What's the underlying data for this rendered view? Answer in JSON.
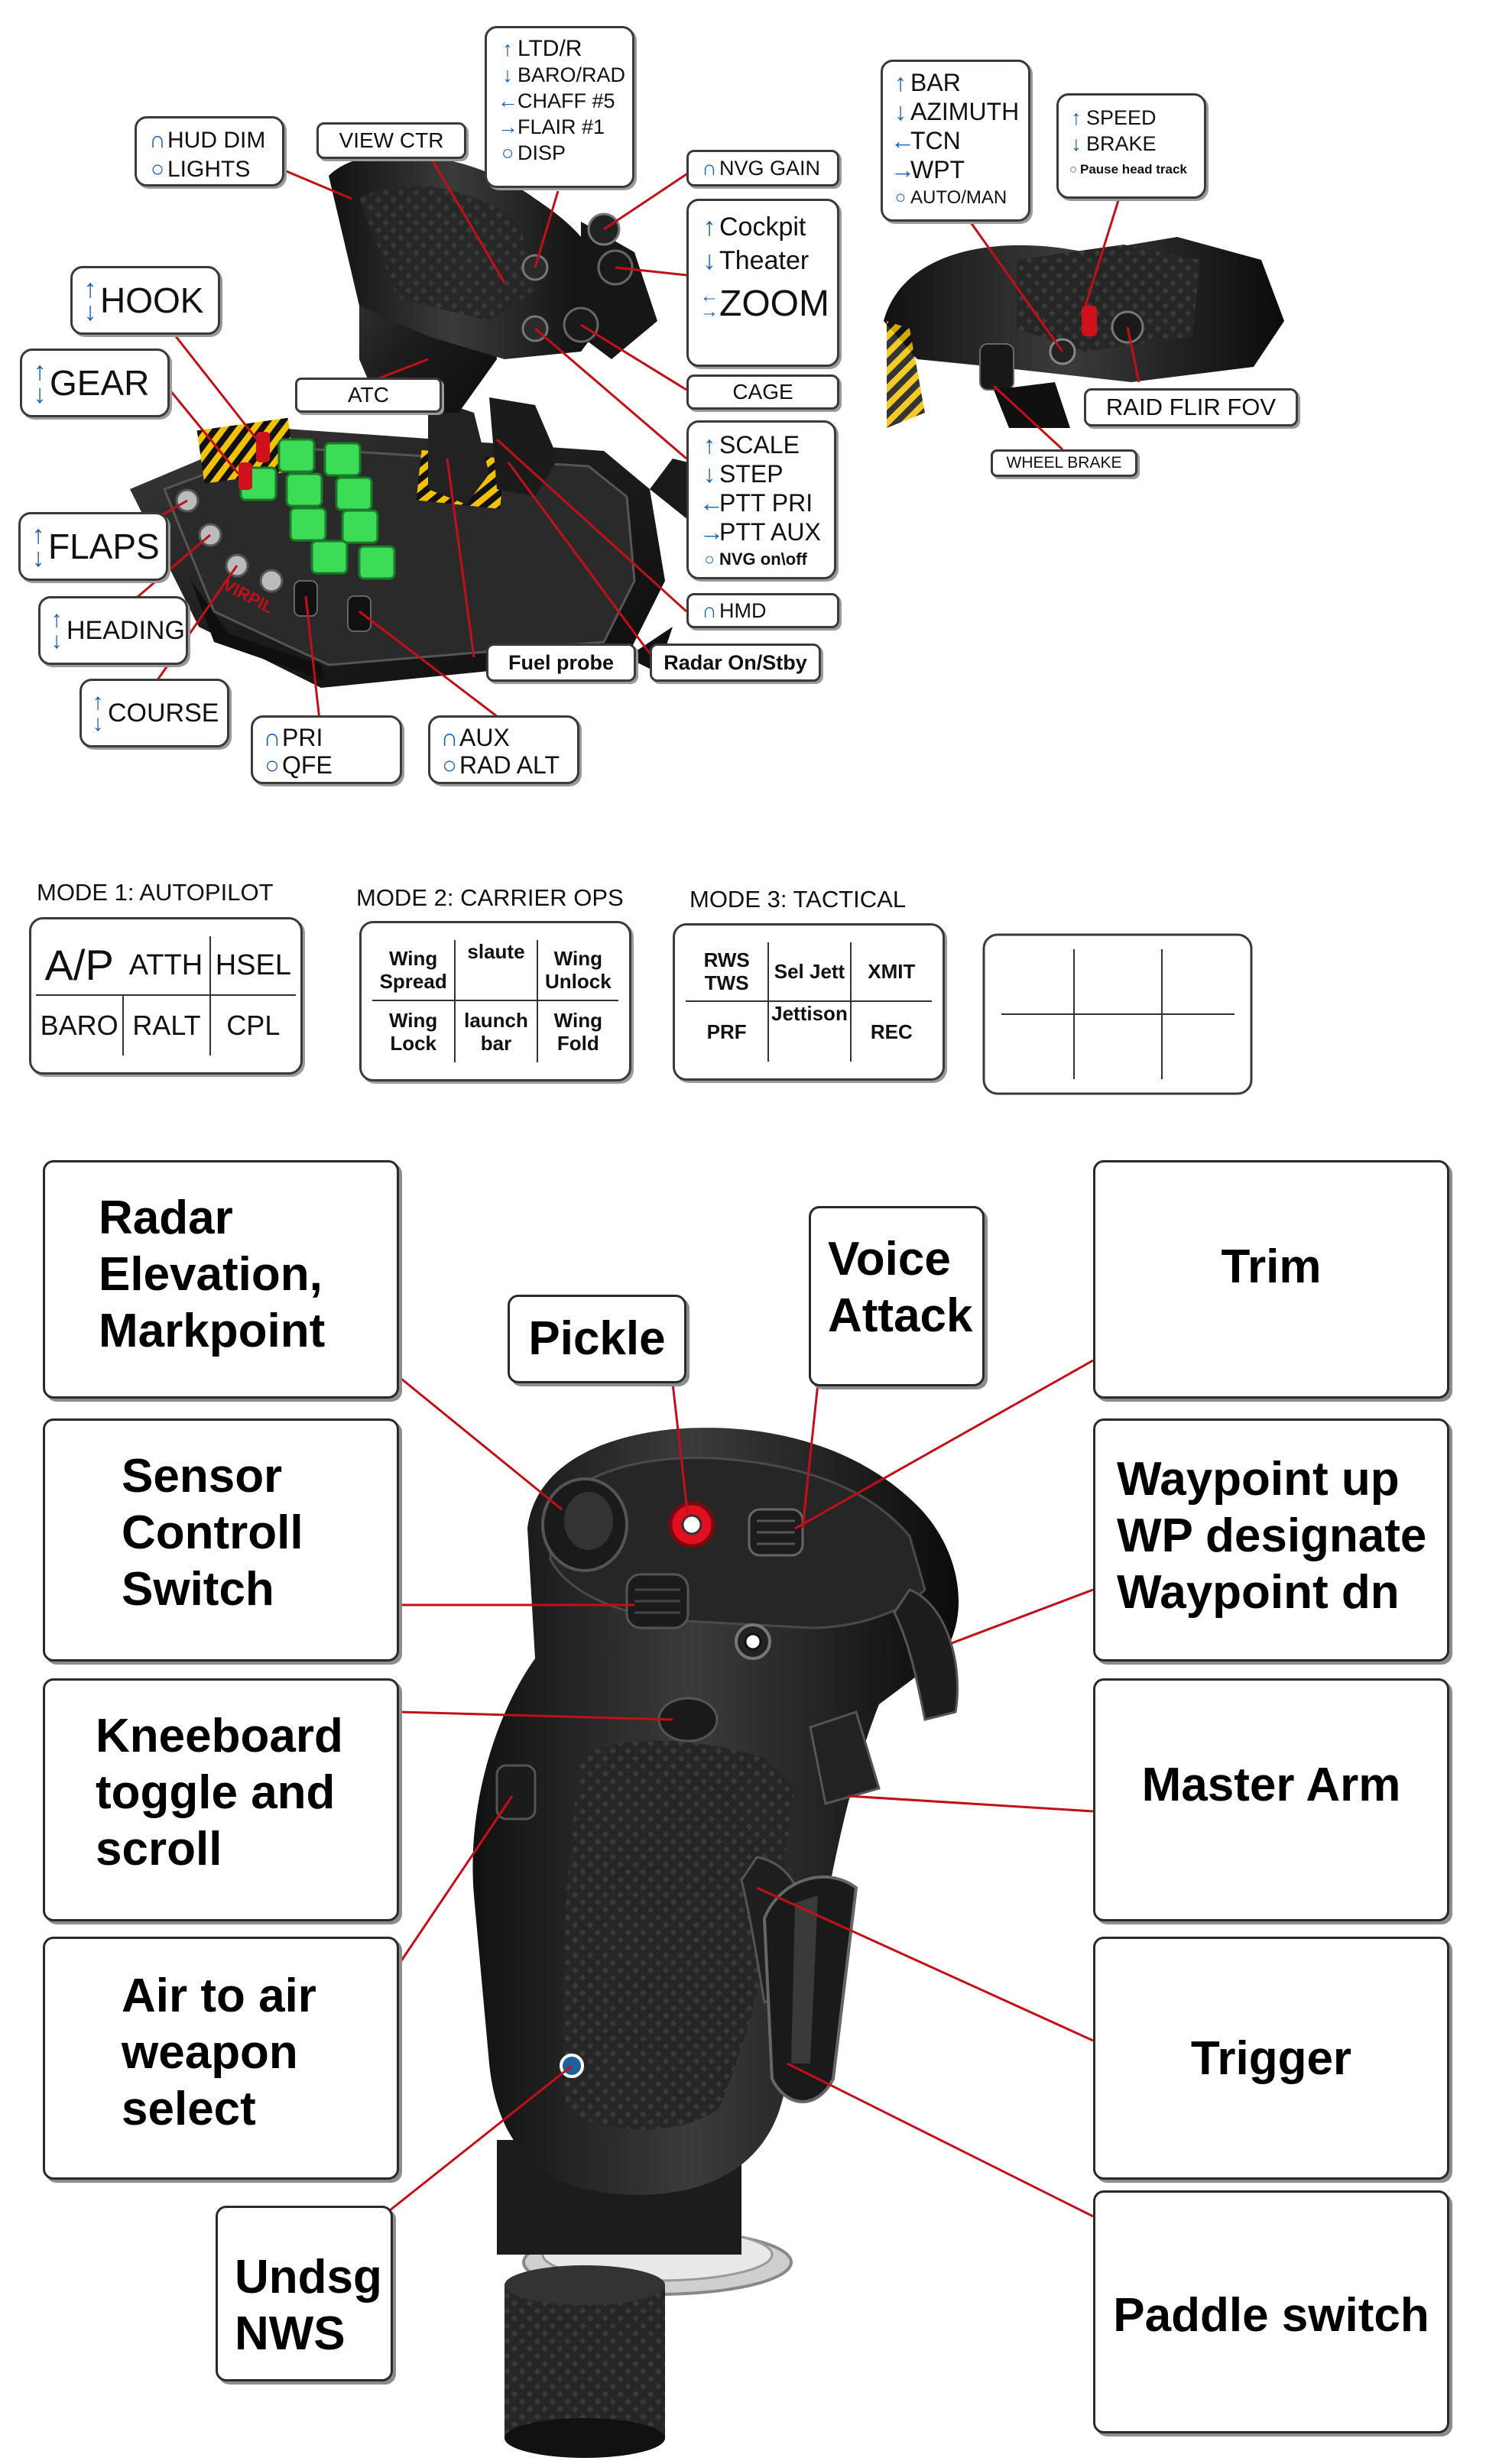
{
  "throttle_labels": {
    "hud_dim": {
      "label1": "HUD DIM",
      "label2": "LIGHTS"
    },
    "view_ctr": {
      "label": "VIEW CTR"
    },
    "ltd": {
      "l1": "LTD/R",
      "l2": "BARO/RAD",
      "l3": "CHAFF #5",
      "l4": "FLAIR  #1",
      "l5": "DISP"
    },
    "nvg_gain": {
      "label": "NVG GAIN"
    },
    "cockpit": {
      "l1": "Cockpit",
      "l2": "Theater",
      "l3": "ZOOM"
    },
    "hook": {
      "label": "HOOK"
    },
    "gear": {
      "label": "GEAR"
    },
    "atc": {
      "label": "ATC"
    },
    "cage": {
      "label": "CAGE"
    },
    "scale": {
      "l1": "SCALE",
      "l2": "STEP",
      "l3": "PTT PRI",
      "l4": "PTT AUX",
      "l5": "NVG on\\off"
    },
    "flaps": {
      "label": "FLAPS"
    },
    "hmd": {
      "label": "HMD"
    },
    "heading": {
      "label": "HEADING"
    },
    "fuel_probe": {
      "label": "Fuel probe"
    },
    "radar_on": {
      "label": "Radar On/Stby"
    },
    "course": {
      "label": "COURSE"
    },
    "pri": {
      "l1": "PRI",
      "l2": "QFE"
    },
    "aux": {
      "l1": "AUX",
      "l2": "RAD ALT"
    }
  },
  "grip_labels": {
    "bar": {
      "l1": "BAR",
      "l2": "AZIMUTH",
      "l3": "TCN",
      "l4": "WPT",
      "l5": "AUTO/MAN"
    },
    "speed": {
      "l1": "SPEED",
      "l2": "BRAKE",
      "l3": "Pause head track"
    },
    "raid": {
      "label": "RAID FLIR FOV"
    },
    "wheel": {
      "label": "WHEEL BRAKE"
    }
  },
  "modes": {
    "mode1": {
      "title": "MODE 1: AUTOPILOT",
      "cells": [
        "A/P",
        "ATTH",
        "HSEL",
        "BARO",
        "RALT",
        "CPL"
      ]
    },
    "mode2": {
      "title": "MODE 2: CARRIER OPS",
      "cells": [
        "Wing Spread",
        "slaute",
        "Wing Unlock",
        "Wing Lock",
        "launch bar",
        "Wing Fold"
      ]
    },
    "mode3": {
      "title": "MODE 3: TACTICAL",
      "cells": [
        "RWS TWS",
        "Sel Jett",
        "XMIT",
        "PRF",
        "Jettison",
        "REC"
      ]
    }
  },
  "stick_labels": {
    "radar_elev": {
      "l1": "Radar",
      "l2": "Elevation,",
      "l3": "Markpoint"
    },
    "pickle": {
      "label": "Pickle"
    },
    "voice": {
      "l1": "Voice",
      "l2": "Attack"
    },
    "trim": {
      "label": "Trim"
    },
    "sensor": {
      "l1": "Sensor",
      "l2": "Controll",
      "l3": "Switch"
    },
    "waypoint": {
      "l1": "Waypoint up",
      "l2": "WP designate",
      "l3": "Waypoint dn"
    },
    "kneeboard": {
      "l1": "Kneeboard",
      "l2": "toggle and",
      "l3": "scroll"
    },
    "master_arm": {
      "label": "Master Arm"
    },
    "a2a": {
      "l1": "Air to air",
      "l2": "weapon",
      "l3": "select"
    },
    "trigger": {
      "label": "Trigger"
    },
    "undsg": {
      "l1": "Undsg",
      "l2": "NWS"
    },
    "paddle": {
      "label": "Paddle switch"
    }
  },
  "brand": {
    "logo_text": "VIRPIL"
  },
  "colors": {
    "leader": "#c2101a",
    "arrow": "#1a5fb4",
    "button_green": "#3ddc57",
    "warning_yellow": "#f2c200",
    "pickle_red": "#e01020",
    "body": "#1c1c1c"
  },
  "icons": [
    "arrow-up-icon",
    "arrow-down-icon",
    "arrow-left-icon",
    "arrow-right-icon",
    "rotary-icon",
    "push-icon"
  ]
}
